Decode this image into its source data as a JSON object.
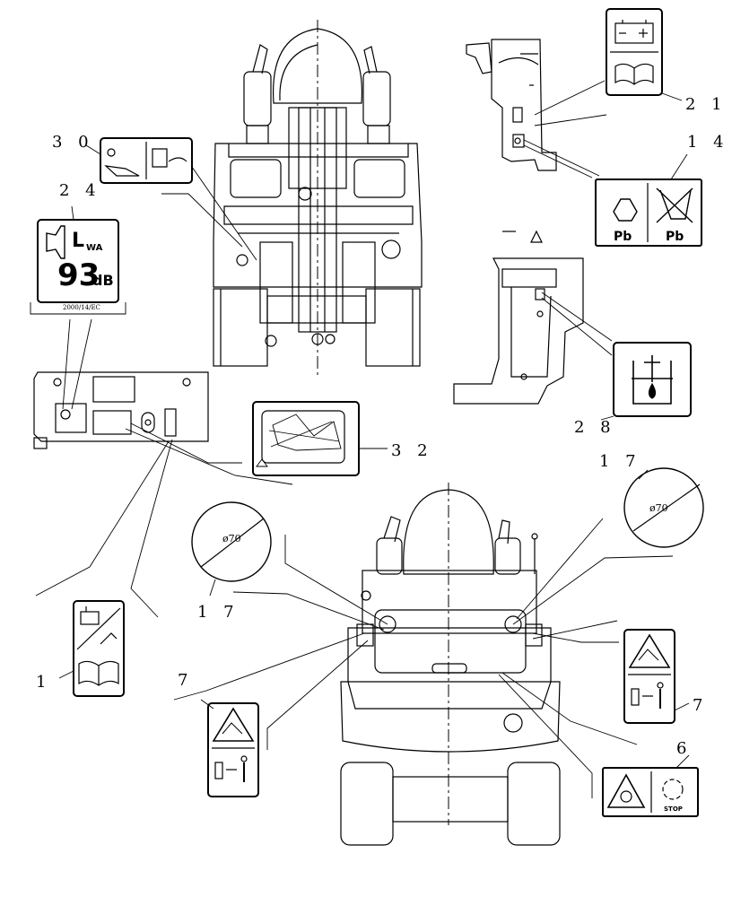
{
  "callouts": {
    "c1": "1",
    "c6": "6",
    "c7a": "7",
    "c7b": "7",
    "c14": "1 4",
    "c17a": "1 7",
    "c17b": "1 7",
    "c21": "2 1",
    "c24": "2 4",
    "c28": "2 8",
    "c30": "3 0",
    "c32": "3 2"
  },
  "decal_24": {
    "sub": "WA",
    "big_l": "L",
    "value": "93",
    "unit": "dB",
    "footer": "2000/14/EC"
  },
  "decal_14": {
    "left": "Pb",
    "right": "Pb"
  },
  "decal_6": {
    "stop": "STOP"
  },
  "diameter": {
    "left": "ø70",
    "right": "ø70"
  }
}
